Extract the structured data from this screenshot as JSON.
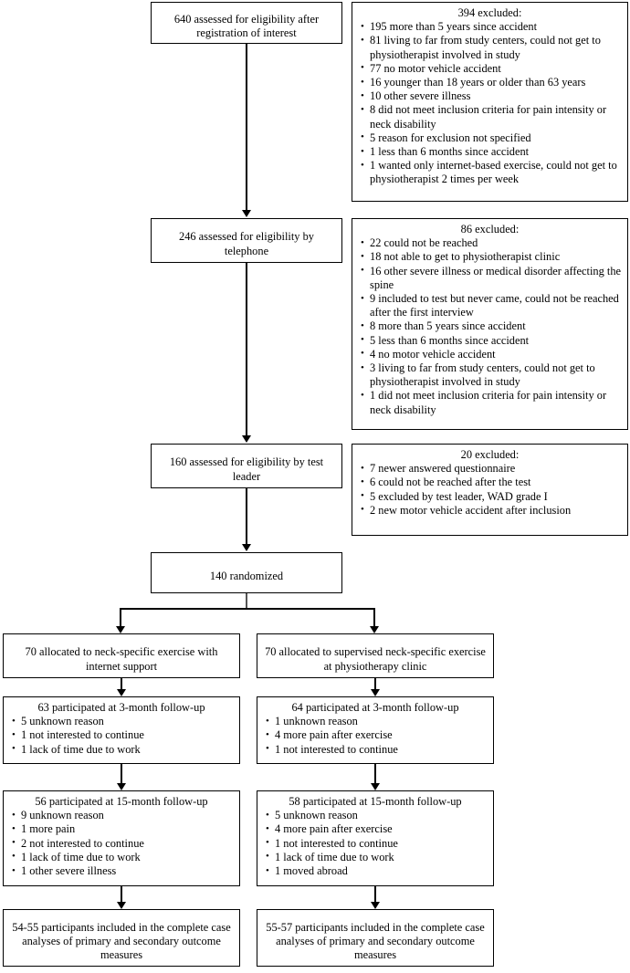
{
  "flowchart": {
    "type": "consort-flow-diagram",
    "enrollment": {
      "box1": "640 assessed for eligibility after registration of interest",
      "box2": "246 assessed for eligibility by telephone",
      "box3": "160 assessed for eligibility by test leader",
      "box4": "140 randomized"
    },
    "exclusions": [
      {
        "heading": "394 excluded:",
        "items": [
          "195 more than 5 years since accident",
          "81 living to far from study centers, could not get to physiotherapist involved in study",
          "77 no motor vehicle accident",
          "16 younger than 18 years or older than 63 years",
          "10 other severe illness",
          "8 did not meet inclusion criteria for pain intensity or neck disability",
          "5 reason for exclusion not specified",
          "1 less than 6 months since accident",
          "1 wanted only internet-based exercise, could not get to physiotherapist 2 times per week"
        ]
      },
      {
        "heading": "86 excluded:",
        "items": [
          "22 could not be reached",
          "18 not able to get to physiotherapist clinic",
          "16 other severe illness or medical disorder affecting the spine",
          "9 included to test but never came, could not be reached after the first interview",
          "8 more than 5 years since accident",
          "5 less than 6 months since accident",
          "4 no motor vehicle accident",
          "3 living to far from study centers, could not get to physiotherapist involved in study",
          "1 did not meet inclusion criteria for pain intensity or neck disability"
        ]
      },
      {
        "heading": "20 excluded:",
        "items": [
          "7 newer answered questionnaire",
          "6 could not be reached after the test",
          "5 excluded by test leader, WAD grade I",
          "2 new motor vehicle accident after inclusion"
        ]
      }
    ],
    "arms": {
      "left": {
        "allocation": "70 allocated to neck-specific exercise with internet support",
        "followup_3m": {
          "heading": "63 participated at 3-month follow-up",
          "items": [
            "5 unknown reason",
            "1 not interested to continue",
            "1 lack of time due to work"
          ]
        },
        "followup_15m": {
          "heading": "56 participated at 15-month follow-up",
          "items": [
            "9 unknown reason",
            "1 more pain",
            "2 not interested to continue",
            "1 lack of time due to work",
            "1 other severe illness"
          ]
        },
        "analysis": "54-55 participants included in the complete case analyses of primary and secondary outcome measures"
      },
      "right": {
        "allocation": "70 allocated to supervised neck-specific exercise at physiotherapy clinic",
        "followup_3m": {
          "heading": "64 participated at 3-month follow-up",
          "items": [
            "1 unknown reason",
            "4 more pain after exercise",
            "1 not interested to continue"
          ]
        },
        "followup_15m": {
          "heading": "58 participated at 15-month follow-up",
          "items": [
            "5 unknown reason",
            "4 more pain after exercise",
            "1 not interested to continue",
            "1 lack of time due to work",
            "1 moved abroad"
          ]
        },
        "analysis": "55-57 participants included in the complete case analyses of primary and secondary outcome measures"
      }
    }
  }
}
